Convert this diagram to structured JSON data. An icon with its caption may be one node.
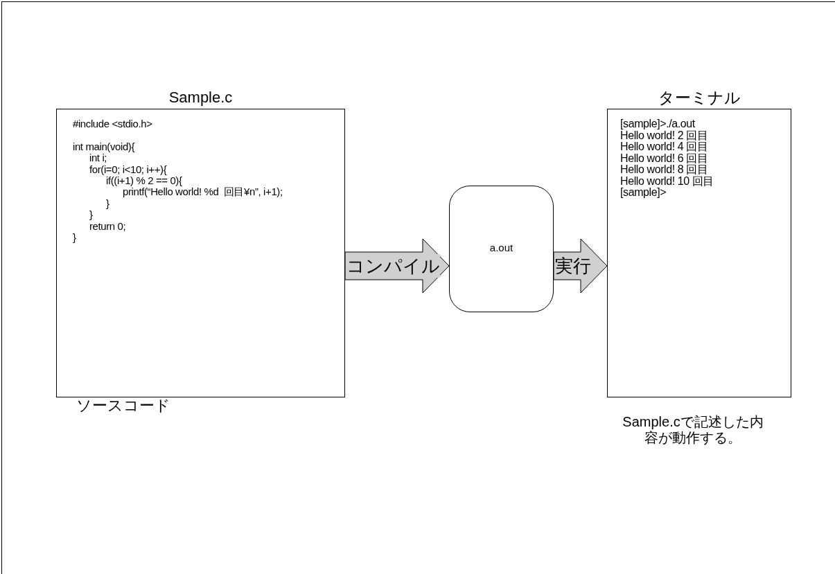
{
  "diagram": {
    "nodes": [
      {
        "text": [
          "Sample.c",
          "#include <stdio.h>",
          "int main(void){",
          "int i;",
          "for(i=0; i<10; i++){",
          "if((i+1) % 2 == 0){",
          "printf(“Hello world! %d  回目¥n”, i+1);",
          "}",
          "}",
          "return 0;",
          "}"
        ],
        "beside": [
          "ソースコード"
        ]
      },
      {
        "text": [
          "a.out"
        ]
      },
      {
        "text": [
          "ターミナル",
          "[sample]>./a.out",
          "Hello world! 2 回目",
          "Hello world! 4 回目",
          "Hello world! 6 回目",
          "Hello world! 8 回目",
          "Hello world! 10 回目",
          "[sample]>"
        ],
        "beside": [
          "Sample.cで記述した内容が動作する。"
        ]
      }
    ],
    "edges": [
      {
        "from": 0,
        "to": 1,
        "arrow": "to",
        "label": "コンパイル",
        "style": "thick"
      },
      {
        "from": 1,
        "to": 2,
        "arrow": "to",
        "label": "実行",
        "style": "thick"
      }
    ]
  }
}
